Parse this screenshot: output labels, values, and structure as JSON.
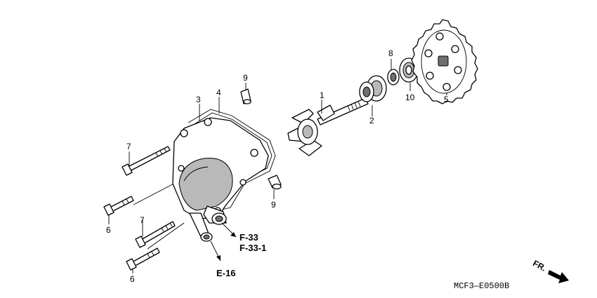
{
  "callouts": {
    "n1": "1",
    "n2": "2",
    "n3": "3",
    "n4": "4",
    "n5": "5",
    "n6a": "6",
    "n6b": "6",
    "n7a": "7",
    "n7b": "7",
    "n8": "8",
    "n9a": "9",
    "n9b": "9",
    "n10": "10"
  },
  "references": {
    "f33": "F-33",
    "f331": "F-33-1",
    "e16": "E-16"
  },
  "diagram_code": "MCF3—E0500B",
  "direction_label": "FR."
}
